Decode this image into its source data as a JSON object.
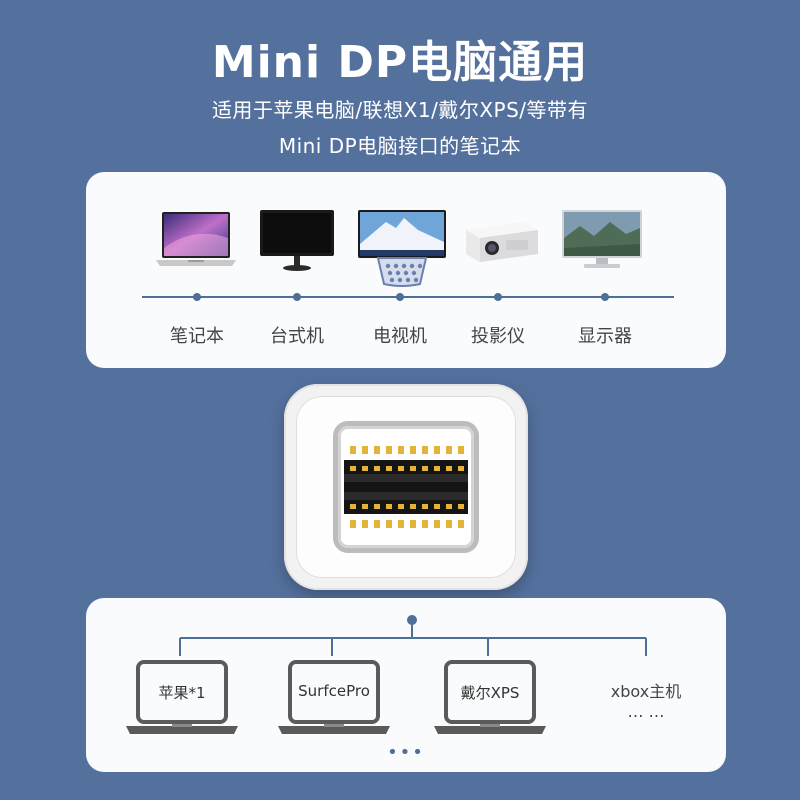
{
  "header": {
    "title": "Mini DP电脑通用",
    "subtitle_line1": "适用于苹果电脑/联想X1/戴尔XPS/等带有",
    "subtitle_line2": "Mini DP电脑接口的笔记本"
  },
  "devices": [
    {
      "label": "笔记本",
      "icon": "laptop-icon"
    },
    {
      "label": "台式机",
      "icon": "monitor-icon"
    },
    {
      "label": "电视机",
      "icon": "tv-icon"
    },
    {
      "label": "投影仪",
      "icon": "projector-icon"
    },
    {
      "label": "显示器",
      "icon": "display-icon"
    }
  ],
  "computers": [
    {
      "label": "苹果*1"
    },
    {
      "label": "SurfcePro"
    },
    {
      "label": "戴尔XPS"
    }
  ],
  "extra": {
    "xbox_label": "xbox主机",
    "xbox_dots": "… …",
    "more_dots": "•••"
  },
  "colors": {
    "background": "#54719e",
    "accent": "#4d6f98",
    "card": "#fafbfd",
    "pin_gold": "#e3b33a"
  }
}
